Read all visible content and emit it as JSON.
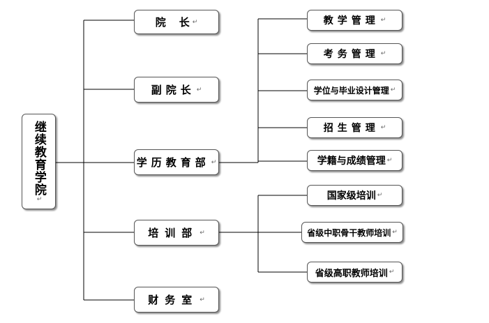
{
  "root": {
    "label": "继续教育学院"
  },
  "level1": [
    {
      "id": "dean",
      "label": "院　长"
    },
    {
      "id": "vice-dean",
      "label": "副院长"
    },
    {
      "id": "academic-dept",
      "label": "学历教育部"
    },
    {
      "id": "training-dept",
      "label": "培训部"
    },
    {
      "id": "finance-office",
      "label": "财务室"
    }
  ],
  "academic_children": [
    {
      "id": "teaching-mgmt",
      "label": "教学管理"
    },
    {
      "id": "exam-mgmt",
      "label": "考务管理"
    },
    {
      "id": "degree-thesis-mgmt",
      "label": "学位与毕业设计管理"
    },
    {
      "id": "enrollment-mgmt",
      "label": "招生管理"
    },
    {
      "id": "records-grades-mgmt",
      "label": "学籍与成绩管理"
    }
  ],
  "training_children": [
    {
      "id": "national-training",
      "label": "国家级培训"
    },
    {
      "id": "provincial-vocational-backbone",
      "label": "省级中职骨干教师培训"
    },
    {
      "id": "provincial-higher-vocational",
      "label": "省级高职教师培训"
    }
  ],
  "paragraph_mark": "↵"
}
